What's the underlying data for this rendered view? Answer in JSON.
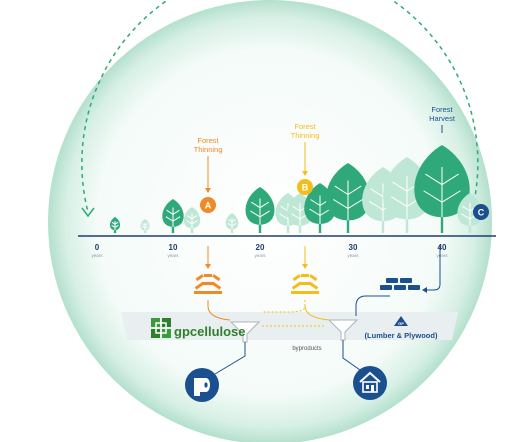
{
  "stages": {
    "thinning_a_label": [
      "Forest",
      "Thinning"
    ],
    "thinning_b_label": [
      "Forest",
      "Thinning"
    ],
    "harvest_label": [
      "Forest",
      "Harvest"
    ],
    "badge_a": "A",
    "badge_b": "B",
    "badge_c": "C"
  },
  "timeline": {
    "ticks": [
      {
        "value": "0",
        "unit": "years"
      },
      {
        "value": "10",
        "unit": "years"
      },
      {
        "value": "20",
        "unit": "years"
      },
      {
        "value": "30",
        "unit": "years"
      },
      {
        "value": "40",
        "unit": "years"
      }
    ]
  },
  "facilities": {
    "cellulose_name": "gpcellulose",
    "lumber_name": "(Lumber & Plywood)",
    "lumber_logo_text": "GP",
    "byproducts_label": "byproducts"
  },
  "colors": {
    "circle_fill": "#e6f5ef",
    "circle_edge": "#b9e3d2",
    "tree_green": "#2fa97a",
    "tree_light": "#bfe7d6",
    "orange": "#f08a24",
    "yellow": "#f3bd1c",
    "navy": "#1b4f8f",
    "cellulose_green": "#3c9a3c"
  },
  "icons": [
    "toilet-paper-icon",
    "house-icon",
    "logs-icon",
    "lumber-stack-icon",
    "funnel-icon"
  ]
}
